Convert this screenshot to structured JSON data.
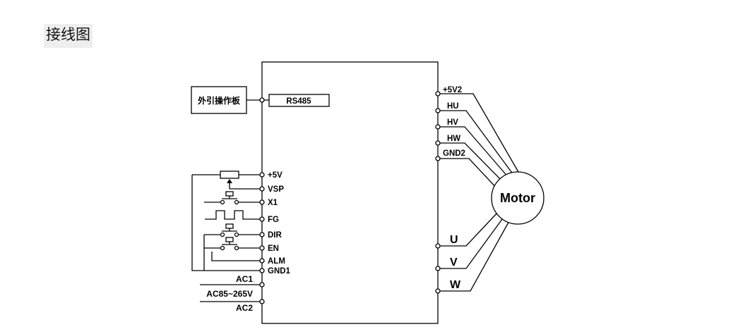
{
  "page": {
    "title": "接线图"
  },
  "diagram": {
    "external_panel": "外引操作板",
    "comm_port": "RS485",
    "left_terminals": [
      "+5V",
      "VSP",
      "X1",
      "FG",
      "DIR",
      "EN",
      "ALM",
      "GND1"
    ],
    "power": {
      "ac1": "AC1",
      "range": "AC85~265V",
      "ac2": "AC2"
    },
    "hall_terminals": [
      "+5V2",
      "HU",
      "HV",
      "HW",
      "GND2"
    ],
    "motor_terminals": [
      "U",
      "V",
      "W"
    ],
    "motor": "Motor"
  }
}
